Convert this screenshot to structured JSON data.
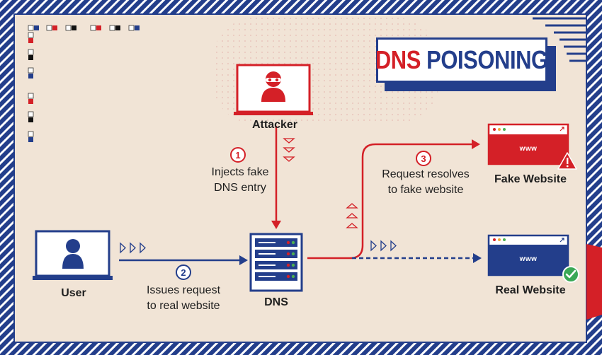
{
  "title": {
    "part1": "DNS",
    "part2": "POISONING"
  },
  "nodes": {
    "attacker": "Attacker",
    "user": "User",
    "dns": "DNS",
    "fake_website": "Fake Website",
    "real_website": "Real Website"
  },
  "steps": [
    {
      "number": "1",
      "lines": [
        "Injects fake",
        "DNS entry"
      ]
    },
    {
      "number": "2",
      "lines": [
        "Issues request",
        "to real website"
      ]
    },
    {
      "number": "3",
      "lines": [
        "Request resolves",
        "to fake website"
      ]
    }
  ],
  "browser_text": {
    "fake": "www",
    "real": "www"
  },
  "icons": {
    "attacker": "attacker-laptop-icon",
    "user": "user-laptop-icon",
    "dns": "dns-server-icon",
    "fake_site": "fake-website-browser-icon",
    "real_site": "real-website-browser-icon",
    "warning": "warning-icon",
    "check": "check-icon"
  },
  "colors": {
    "background": "#f1e4d6",
    "blue": "#233e8b",
    "red": "#d42027",
    "text": "#1f1f1f"
  }
}
